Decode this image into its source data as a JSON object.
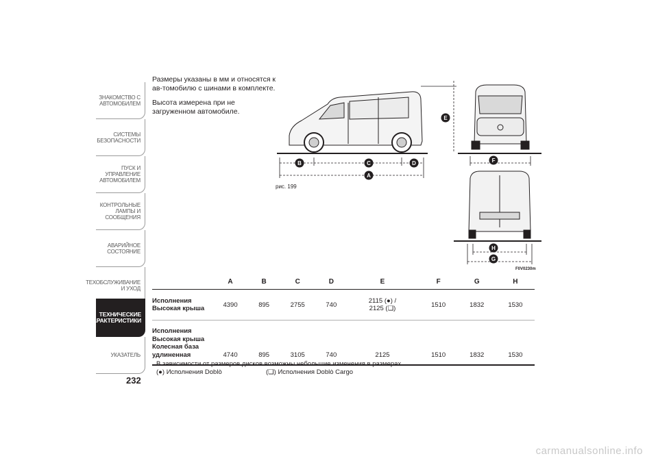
{
  "sidebar": {
    "tabs": [
      {
        "label": "ЗНАКОМСТВО С\nАВТОМОБИЛЕМ"
      },
      {
        "label": "СИСТЕМЫ\nБЕЗОПАСНОСТИ"
      },
      {
        "label": "ПУСК И УПРАВЛЕНИЕ\nАВТОМОБИЛЕМ"
      },
      {
        "label": "КОНТРОЛЬНЫЕ\nЛАМПЫ И\nСООБЩЕНИЯ"
      },
      {
        "label": "АВАРИЙНОЕ\nСОСТОЯНИЕ"
      },
      {
        "label": "ТЕХОБСЛУЖИВАНИЕ\nИ УХОД"
      },
      {
        "label": "ТЕХНИЧЕСКИЕ\nХАРАКТЕРИСТИКИ",
        "active": true
      },
      {
        "label": "УКАЗАТЕЛЬ"
      }
    ]
  },
  "page_number": "232",
  "intro": {
    "p1": "Размеры указаны в мм и относятся к ав-томобилю с шинами в комплекте.",
    "p2": "Высота измерена при не загруженном автомобиле."
  },
  "figure": {
    "caption": "рис. 199",
    "code": "F0V0230m",
    "labels": [
      "A",
      "B",
      "C",
      "D",
      "E",
      "F",
      "G",
      "H"
    ]
  },
  "table": {
    "headers": [
      "A",
      "B",
      "C",
      "D",
      "E",
      "F",
      "G",
      "H"
    ],
    "rows": [
      {
        "label": "Исполнения\nВысокая крыша",
        "values": [
          "4390",
          "895",
          "2755",
          "740",
          "2115 (●) /\n2125 (❏)",
          "1510",
          "1832",
          "1530"
        ]
      },
      {
        "label": "Исполнения\nВысокая крыша\nКолесная база\nудлиненная",
        "values": [
          "4740",
          "895",
          "3105",
          "740",
          "2125",
          "1510",
          "1832",
          "1530"
        ]
      }
    ]
  },
  "notes": {
    "line1": "В зависимости от размеров дисков возможны небольшие изменения в размерах.",
    "legend_a": "(●) Исполнения Doblò",
    "legend_b": "(❏) Исполнения Doblò Cargo"
  },
  "watermark": "carmanualsonline.info",
  "colors": {
    "badge": "#231f20",
    "line": "#231f20",
    "tab_active_bg": "#231f20"
  }
}
